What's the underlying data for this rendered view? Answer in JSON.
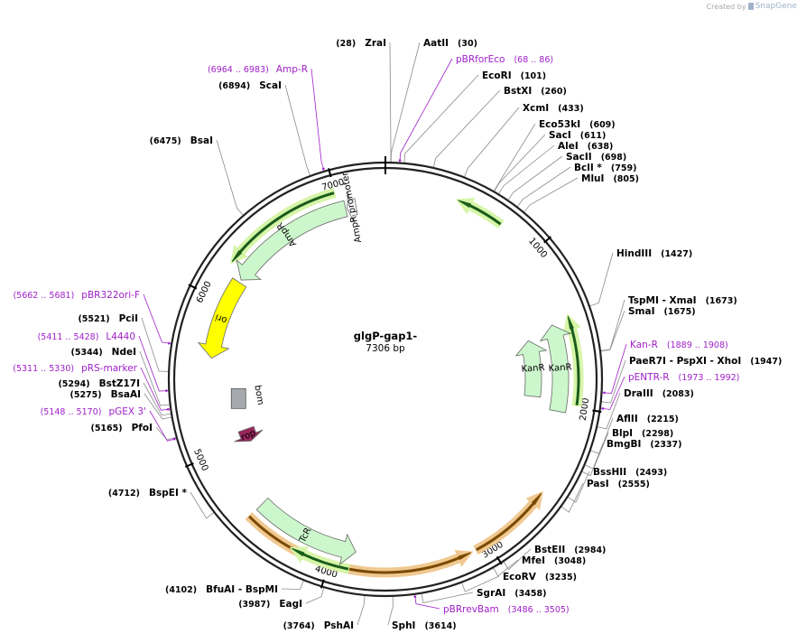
{
  "watermark": {
    "created_by": "Created by",
    "brand": "SnapGene"
  },
  "plasmid": {
    "name": "glgP-gap1-",
    "length_label": "7306 bp",
    "length": 7306
  },
  "ticks": [
    {
      "pos": 1000,
      "label": "1000"
    },
    {
      "pos": 2000,
      "label": "2000"
    },
    {
      "pos": 3000,
      "label": "3000"
    },
    {
      "pos": 4000,
      "label": "4000"
    },
    {
      "pos": 5000,
      "label": "5000"
    },
    {
      "pos": 6000,
      "label": "6000"
    },
    {
      "pos": 7000,
      "label": "7000"
    }
  ],
  "enzymes_right": [
    {
      "name": "AatII",
      "pos": "(30)",
      "bp": 30
    },
    {
      "name": "EcoRI",
      "pos": "(101)",
      "bp": 101
    },
    {
      "name": "BstXI",
      "pos": "(260)",
      "bp": 260
    },
    {
      "name": "XcmI",
      "pos": "(433)",
      "bp": 433
    },
    {
      "name": "Eco53kI",
      "pos": "(609)",
      "bp": 609
    },
    {
      "name": "SacI",
      "pos": "(611)",
      "bp": 611
    },
    {
      "name": "AleI",
      "pos": "(638)",
      "bp": 638
    },
    {
      "name": "SacII",
      "pos": "(698)",
      "bp": 698
    },
    {
      "name": "BclI *",
      "pos": "(759)",
      "bp": 759
    },
    {
      "name": "MluI",
      "pos": "(805)",
      "bp": 805
    },
    {
      "name": "HindIII",
      "pos": "(1427)",
      "bp": 1427
    },
    {
      "name": "TspMI  - XmaI",
      "pos": "(1673)",
      "bp": 1673
    },
    {
      "name": "SmaI",
      "pos": "(1675)",
      "bp": 1675
    },
    {
      "name": "PaeR7I  - PspXI  - XhoI",
      "pos": "(1947)",
      "bp": 1947
    },
    {
      "name": "DraIII",
      "pos": "(2083)",
      "bp": 2083
    },
    {
      "name": "AflII",
      "pos": "(2215)",
      "bp": 2215
    },
    {
      "name": "BlpI",
      "pos": "(2298)",
      "bp": 2298
    },
    {
      "name": "BmgBI",
      "pos": "(2337)",
      "bp": 2337
    },
    {
      "name": "BssHII",
      "pos": "(2493)",
      "bp": 2493
    },
    {
      "name": "PasI",
      "pos": "(2555)",
      "bp": 2555
    },
    {
      "name": "BstEII",
      "pos": "(2984)",
      "bp": 2984
    },
    {
      "name": "MfeI",
      "pos": "(3048)",
      "bp": 3048
    },
    {
      "name": "EcoRV",
      "pos": "(3235)",
      "bp": 3235
    },
    {
      "name": "SgrAI",
      "pos": "(3458)",
      "bp": 3458
    },
    {
      "name": "SphI",
      "pos": "(3614)",
      "bp": 3614
    }
  ],
  "enzymes_left": [
    {
      "name": "ZraI",
      "pos": "(28)",
      "bp": 28
    },
    {
      "name": "ScaI",
      "pos": "(6894)",
      "bp": 6894
    },
    {
      "name": "BsaI",
      "pos": "(6475)",
      "bp": 6475
    },
    {
      "name": "PciI",
      "pos": "(5521)",
      "bp": 5521
    },
    {
      "name": "NdeI",
      "pos": "(5344)",
      "bp": 5344
    },
    {
      "name": "BstZ17I",
      "pos": "(5294)",
      "bp": 5294
    },
    {
      "name": "BsaAI",
      "pos": "(5275)",
      "bp": 5275
    },
    {
      "name": "PfoI",
      "pos": "(5165)",
      "bp": 5165
    },
    {
      "name": "BspEI *",
      "pos": "(4712)",
      "bp": 4712
    },
    {
      "name": "BfuAI  - BspMI",
      "pos": "(4102)",
      "bp": 4102
    },
    {
      "name": "EagI",
      "pos": "(3987)",
      "bp": 3987
    },
    {
      "name": "PshAI",
      "pos": "(3764)",
      "bp": 3764
    }
  ],
  "primers": [
    {
      "name": "pBRforEco",
      "pos": "(68 .. 86)",
      "bp": 77,
      "side": "right"
    },
    {
      "name": "Kan-R",
      "pos": "(1889 .. 1908)",
      "bp": 1898,
      "side": "right"
    },
    {
      "name": "pENTR-R",
      "pos": "(1973 .. 1992)",
      "bp": 1982,
      "side": "right"
    },
    {
      "name": "pBRrevBam",
      "pos": "(3486 .. 3505)",
      "bp": 3495,
      "side": "right"
    },
    {
      "name": "Amp-R",
      "pos": "(6964 .. 6983)",
      "bp": 6973,
      "side": "left"
    },
    {
      "name": "pBR322ori-F",
      "pos": "(5662 .. 5681)",
      "bp": 5671,
      "side": "left"
    },
    {
      "name": "L4440",
      "pos": "(5411 .. 5428)",
      "bp": 5419,
      "side": "left"
    },
    {
      "name": "pRS-marker",
      "pos": "(5311 .. 5330)",
      "bp": 5320,
      "side": "left"
    },
    {
      "name": "pGEX 3'",
      "pos": "(5148 .. 5170)",
      "bp": 5159,
      "side": "left"
    }
  ],
  "features": [
    {
      "name": "AmpR",
      "start": 6180,
      "end": 7040,
      "dir": -1,
      "ring": 2,
      "color": "#ccf7cc"
    },
    {
      "name": "AmpR promoter",
      "start": 7050,
      "end": 7110,
      "dir": -1,
      "ring": 2,
      "color": "#ffffff"
    },
    {
      "name": "KanR",
      "start": 1460,
      "end": 2040,
      "dir": -1,
      "ring": 2,
      "color": "#ccf7cc"
    },
    {
      "name": "KanR",
      "start": 1520,
      "end": 1960,
      "dir": -1,
      "ring": 3,
      "color": "#ccf7cc"
    },
    {
      "name": "ori",
      "start": 5620,
      "end": 6160,
      "dir": -1,
      "ring": 2,
      "color": "#ffff00"
    },
    {
      "name": "rop",
      "start": 4980,
      "end": 5080,
      "dir": -1,
      "ring": 3,
      "color": "#99275d"
    },
    {
      "name": "bom",
      "start": 5310,
      "end": 5360,
      "dir": 0,
      "ring": 3,
      "color": "#a6aaae"
    },
    {
      "name": "TcR",
      "start": 3850,
      "end": 4560,
      "dir": -1,
      "ring": 2,
      "color": "#ccf7cc"
    }
  ],
  "orfs": [
    {
      "start": 6240,
      "end": 6990,
      "dir": -1,
      "color": "#1a5c1a",
      "glow": "#d6f5a8"
    },
    {
      "start": 450,
      "end": 740,
      "dir": -1,
      "color": "#1a5c1a",
      "glow": "#d6f5a8"
    },
    {
      "start": 1440,
      "end": 1980,
      "dir": -1,
      "color": "#1a5c1a",
      "glow": "#d6f5a8"
    },
    {
      "start": 2560,
      "end": 3080,
      "dir": -1,
      "color": "#7a4a00",
      "glow": "#f0c890"
    },
    {
      "start": 3120,
      "end": 4560,
      "dir": -1,
      "color": "#7a4a00",
      "glow": "#f0c890"
    },
    {
      "start": 3880,
      "end": 4240,
      "dir": 1,
      "color": "#1a5c1a",
      "glow": "#d6f5a8"
    }
  ]
}
